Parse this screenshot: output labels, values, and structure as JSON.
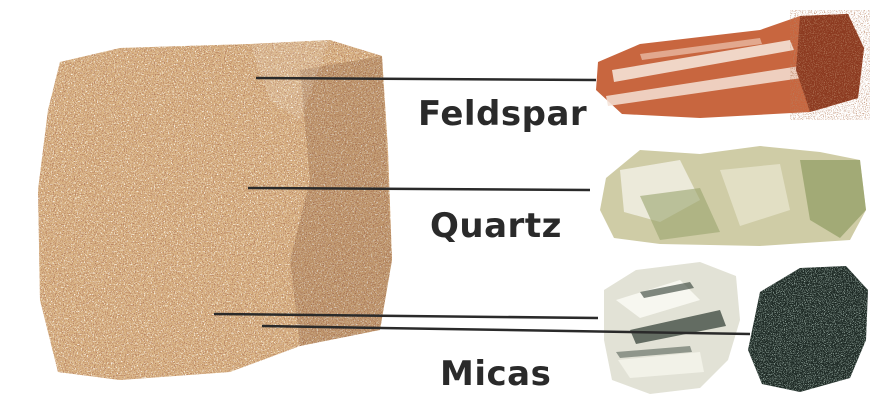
{
  "labels": {
    "feldspar": "Feldspar",
    "quartz": "Quartz",
    "micas": "Micas"
  },
  "colors": {
    "granite_base": "#d9b384",
    "granite_speckle_dark": "#7a3b22",
    "granite_speckle_light": "#f3e6cf",
    "feldspar": "#c8663f",
    "quartz": "#c9c7a0",
    "mica_light": "#dcdcd0",
    "mica_dark": "#1f2b26",
    "leader_line": "#2a2a2a"
  },
  "icons": [
    "granite-rock",
    "feldspar-crystal",
    "quartz-crystal",
    "muscovite-mica",
    "biotite-mica"
  ]
}
